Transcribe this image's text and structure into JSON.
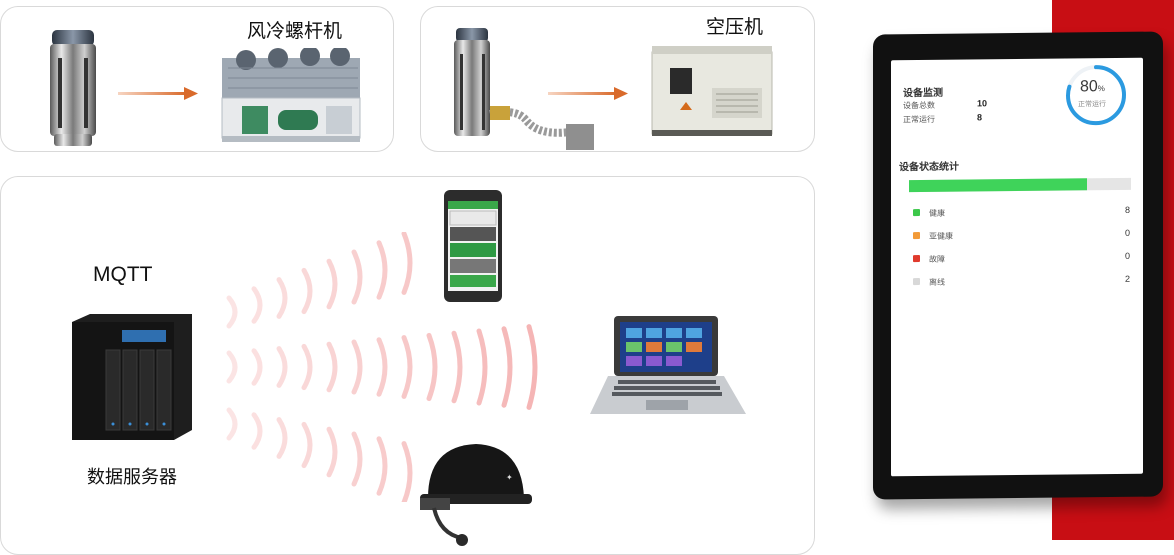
{
  "panels": {
    "chiller_title": "风冷螺杆机",
    "compressor_title": "空压机"
  },
  "network": {
    "protocol_label": "MQTT",
    "server_label": "数据服务器"
  },
  "tablet": {
    "monitor_title": "设备监测",
    "device_total_label": "设备总数",
    "device_total_value": "10",
    "running_label": "正常运行",
    "running_value": "8",
    "gauge_percent_text": "80",
    "gauge_percent_unit": "%",
    "gauge_caption": "正常运行",
    "gauge_value": 0.8,
    "status_title": "设备状态统计",
    "status_bar_fraction": 0.8,
    "status_items": [
      {
        "label": "健康",
        "value": "8",
        "color": "#3cc84a"
      },
      {
        "label": "亚健康",
        "value": "0",
        "color": "#f29a38"
      },
      {
        "label": "故障",
        "value": "0",
        "color": "#e03a2d"
      },
      {
        "label": "离线",
        "value": "2",
        "color": "#d8d8d8"
      }
    ]
  },
  "colors": {
    "accent_red": "#c80e14",
    "arrow": "#d96a2b",
    "gauge": "#2b9ae0",
    "signal": "#f5b3b3"
  }
}
